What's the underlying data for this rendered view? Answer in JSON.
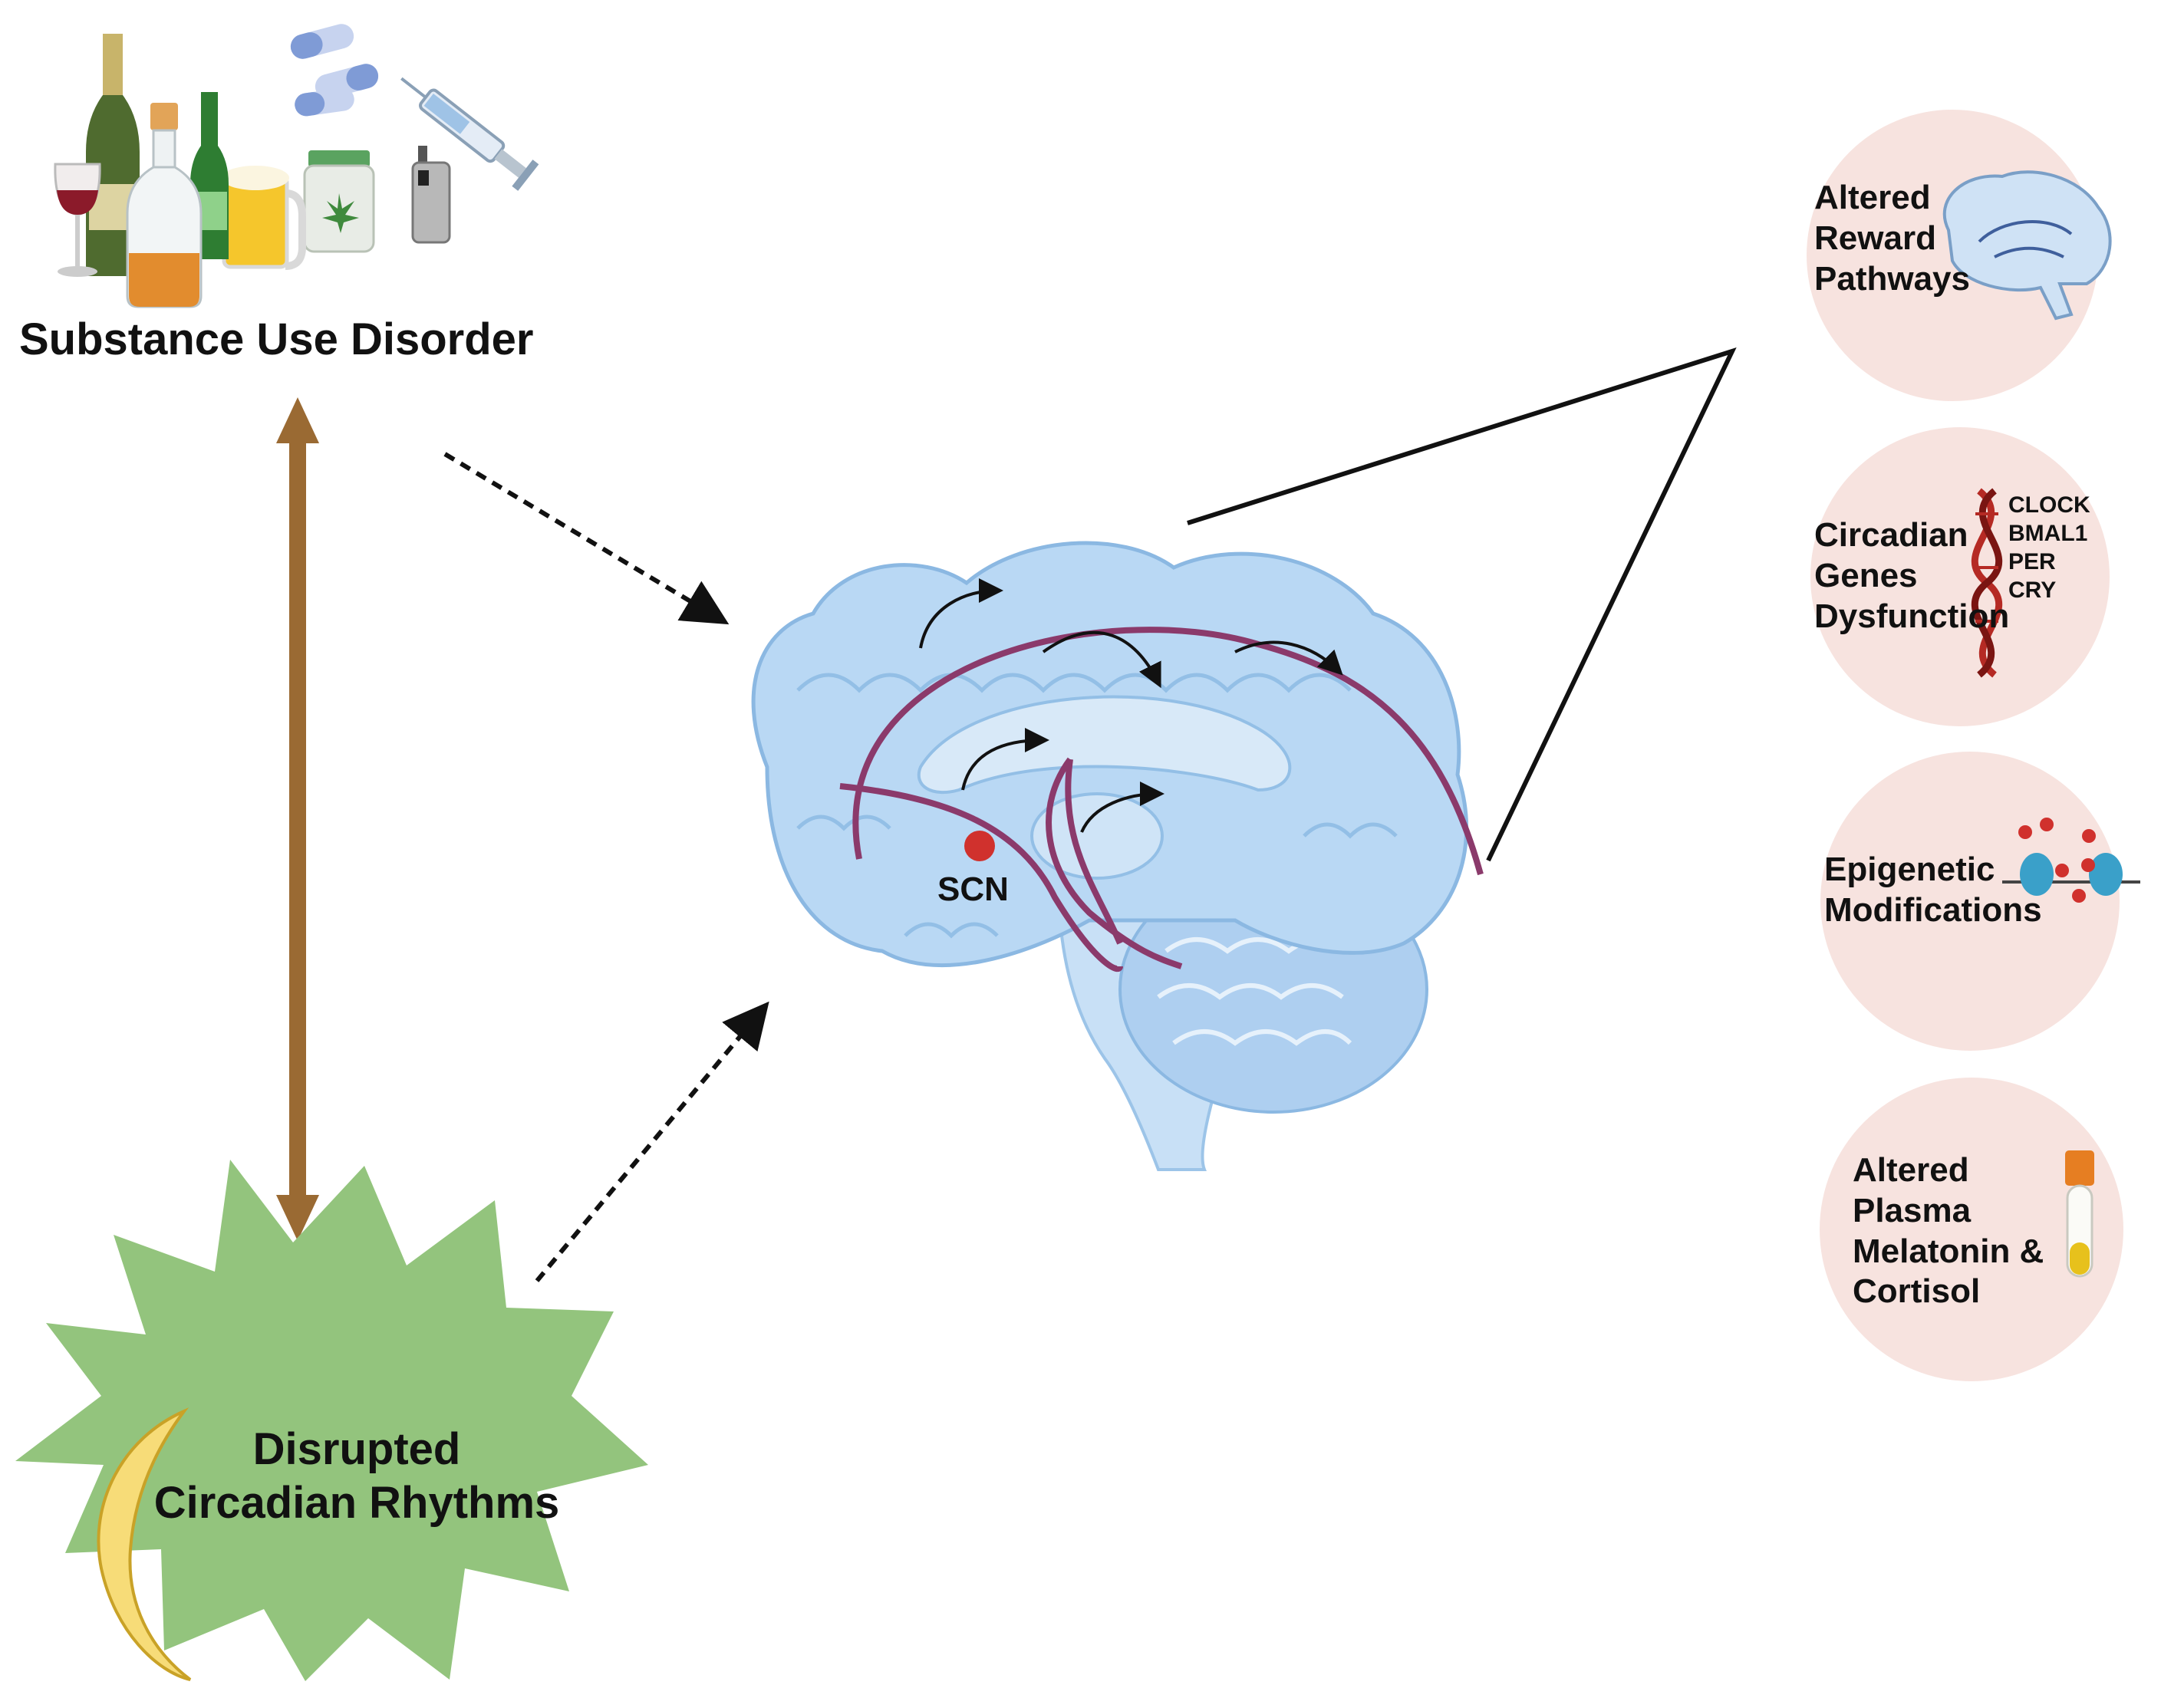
{
  "substance_label": "Substance Use Disorder",
  "disrupted_label": [
    "Disrupted",
    "Circadian Rhythms"
  ],
  "scn_label": "SCN",
  "outcomes": [
    {
      "lines": [
        "Altered",
        "Reward",
        "Pathways"
      ],
      "icon": "brain-sagittal-icon"
    },
    {
      "lines": [
        "Circadian",
        "Genes",
        "Dysfunction"
      ],
      "icon": "dna-helix-icon",
      "genes": [
        "CLOCK",
        "BMAL1",
        "PER",
        "CRY"
      ]
    },
    {
      "lines": [
        "Epigenetic",
        "Modifications"
      ],
      "icon": "nucleosome-methylation-icon"
    },
    {
      "lines": [
        "Altered",
        "Plasma",
        "Melatonin &",
        "Cortisol"
      ],
      "icon": "blood-tube-icon"
    }
  ],
  "colors": {
    "bidirectional_arrow": "#9a6a33",
    "starburst": "#93c47d",
    "moon": "#f7dc78",
    "brain": "#b9d8f4",
    "pathway": "#8b3a6b",
    "scn_dot": "#d0312d",
    "outcome_circle": "#f7e3df"
  },
  "icons": [
    "wine-glass-icon",
    "champagne-bottle-icon",
    "liquor-bottle-icon",
    "beer-bottle-icon",
    "beer-mug-icon",
    "cannabis-jar-icon",
    "pill-capsule-icon",
    "syringe-icon",
    "vape-icon",
    "crescent-moon-icon"
  ]
}
